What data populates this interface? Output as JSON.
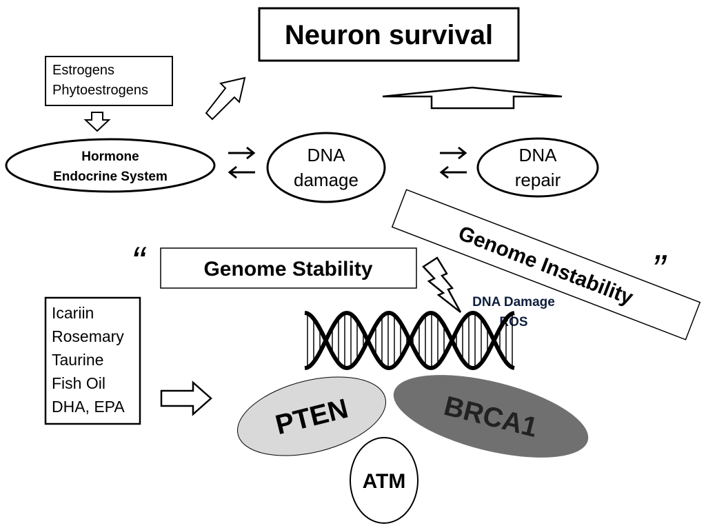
{
  "title": "Neuron survival",
  "hormone_inputs": [
    "Estrogens",
    "Phytoestrogens"
  ],
  "nodes": {
    "hormone": [
      "Hormone",
      "Endocrine System"
    ],
    "dna_damage": [
      "DNA",
      "damage"
    ],
    "dna_repair": [
      "DNA",
      "repair"
    ]
  },
  "genome_stability": "Genome Stability",
  "genome_instability": "Genome Instability",
  "quote_open": "“",
  "quote_close": "”",
  "damage_labels": [
    "DNA Damage",
    "ROS"
  ],
  "supplements": [
    "Icariin",
    "Rosemary",
    "Taurine",
    "Fish Oil",
    "DHA, EPA"
  ],
  "proteins": {
    "pten": "PTEN",
    "brca1": "BRCA1",
    "atm": "ATM"
  },
  "colors": {
    "pten_fill": "#d9d9d9",
    "brca1_fill": "#707070",
    "damage_text": "#0f1e3c"
  }
}
